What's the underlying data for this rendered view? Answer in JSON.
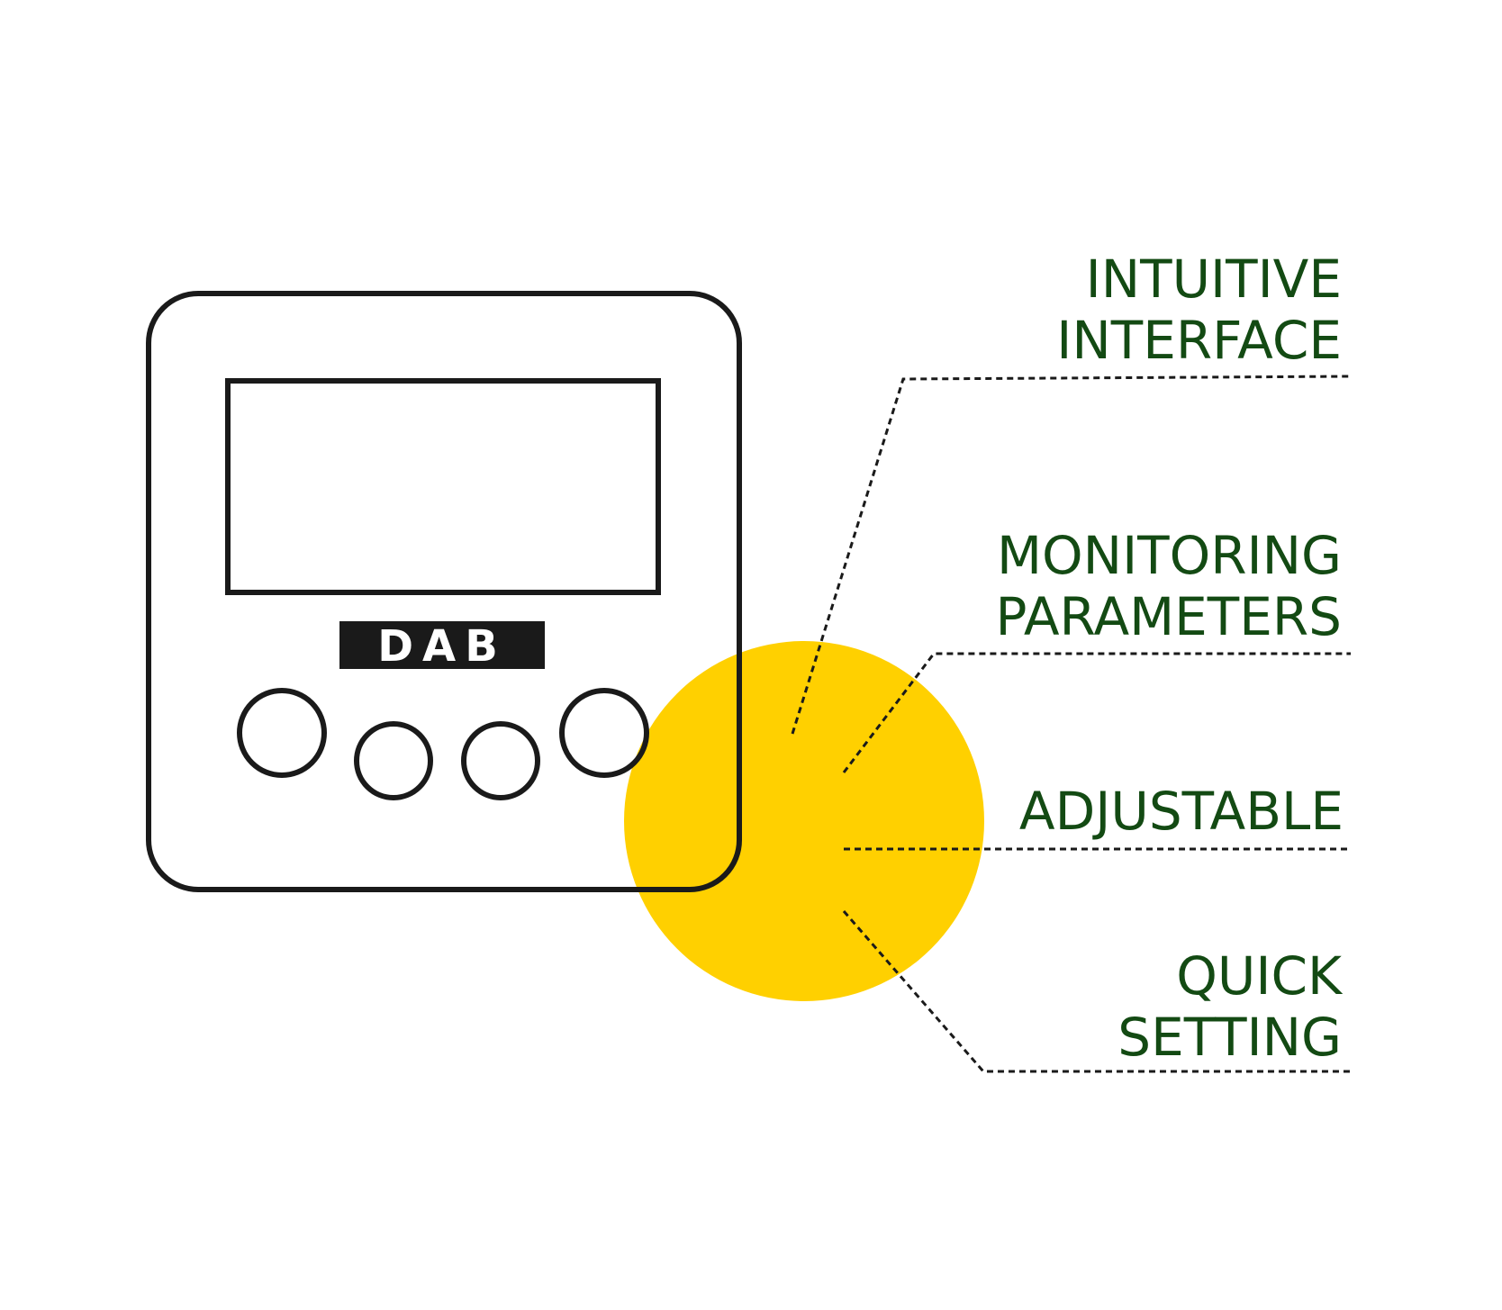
{
  "colors": {
    "outline": "#1a1a1a",
    "accent_circle": "#ffd000",
    "label_text": "#134a13",
    "logo_background": "#1a1a1a",
    "logo_text": "#ffffff"
  },
  "device": {
    "logo_text": "DAB",
    "button_count": 4
  },
  "features": [
    {
      "line1": "INTUITIVE",
      "line2": "INTERFACE"
    },
    {
      "line1": "MONITORING",
      "line2": "PARAMETERS"
    },
    {
      "line1": "ADJUSTABLE",
      "line2": ""
    },
    {
      "line1": "QUICK",
      "line2": "SETTING"
    }
  ]
}
